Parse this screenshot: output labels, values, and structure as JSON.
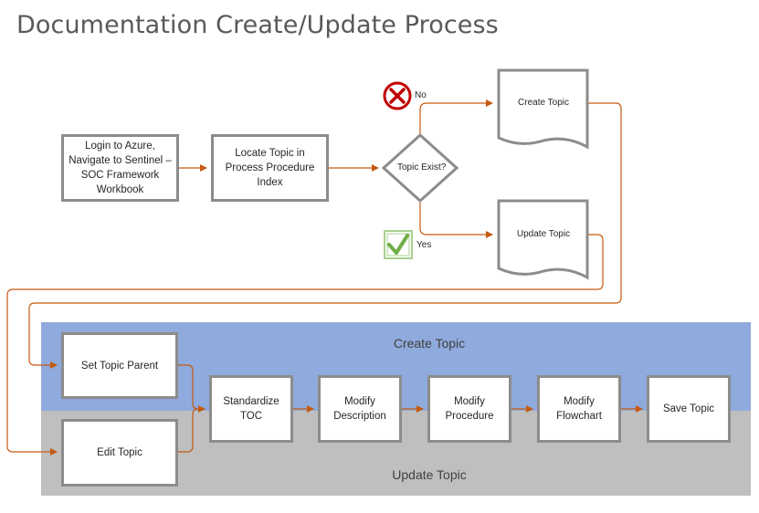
{
  "title": "Documentation Create/Update Process",
  "lanes": {
    "create": "Create Topic",
    "update": "Update Topic"
  },
  "nodes": {
    "login": "Login to Azure, Navigate to Sentinel – SOC Framework Workbook",
    "locate": "Locate Topic in Process Procedure Index",
    "decision": "Topic Exist?",
    "create_doc": "Create Topic",
    "update_doc": "Update Topic",
    "set_parent": "Set Topic Parent",
    "edit_topic": "Edit Topic",
    "standardize": "Standardize TOC",
    "modify_description": "Modify Description",
    "modify_procedure": "Modify Procedure",
    "modify_flowchart": "Modify Flowchart",
    "save_topic": "Save Topic"
  },
  "branches": {
    "no": "No",
    "yes": "Yes"
  },
  "icons": {
    "no": "x-circle-icon",
    "yes": "checkmark-box-icon"
  },
  "colors": {
    "connector": "#c55a11",
    "node_border": "#8c8c8c",
    "create_lane": "#8faadc",
    "update_lane": "#bfbfbf",
    "no_icon": "#c00000",
    "yes_icon": "#70ad47"
  }
}
